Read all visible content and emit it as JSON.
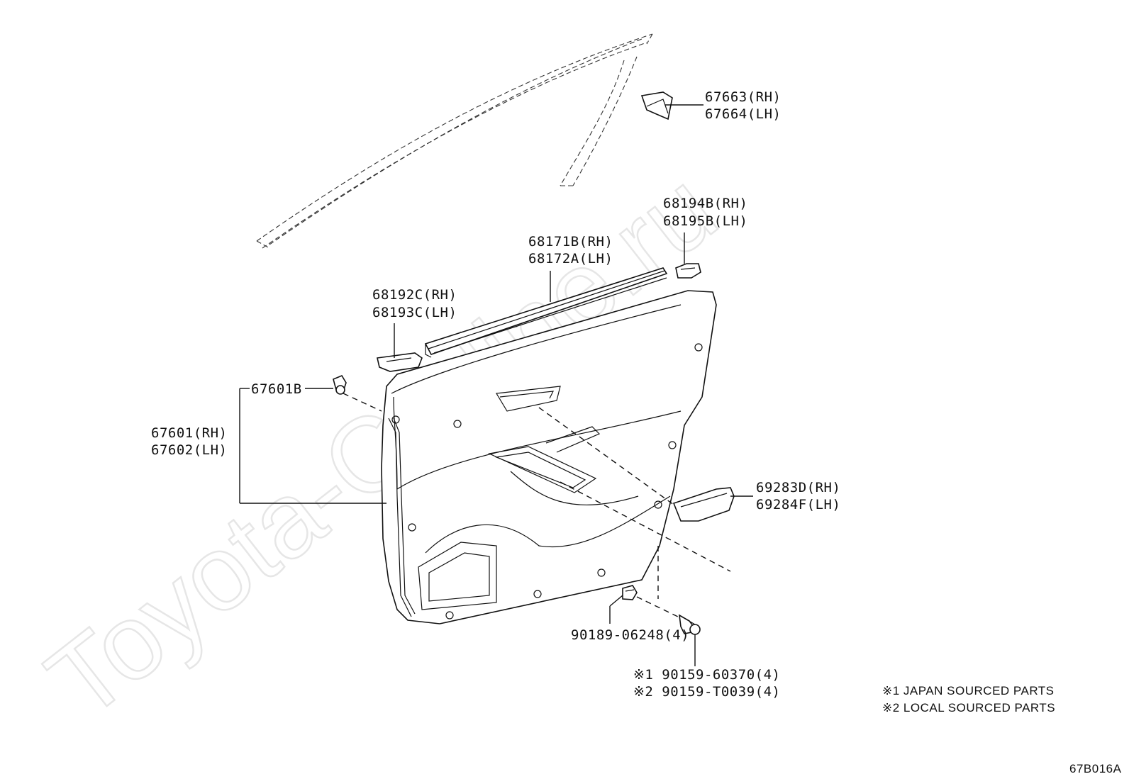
{
  "watermark": "Toyota-Carline.ru",
  "callouts": {
    "c67663": [
      "67663(RH)",
      "67664(LH)"
    ],
    "c68194": [
      "68194B(RH)",
      "68195B(LH)"
    ],
    "c68171": [
      "68171B(RH)",
      "68172A(LH)"
    ],
    "c68192": [
      "68192C(RH)",
      "68193C(LH)"
    ],
    "c67601b": "67601B",
    "c67601": [
      "67601(RH)",
      "67602(LH)"
    ],
    "c69283": [
      "69283D(RH)",
      "69284F(LH)"
    ],
    "c90189": "90189-06248(4)",
    "c90159": [
      "※1 90159-60370(4)",
      "※2 90159-T0039(4)"
    ]
  },
  "legend": {
    "note1": "※1  JAPAN SOURCED PARTS",
    "note2": "※2  LOCAL SOURCED PARTS"
  },
  "diagram_code": "67B016A"
}
